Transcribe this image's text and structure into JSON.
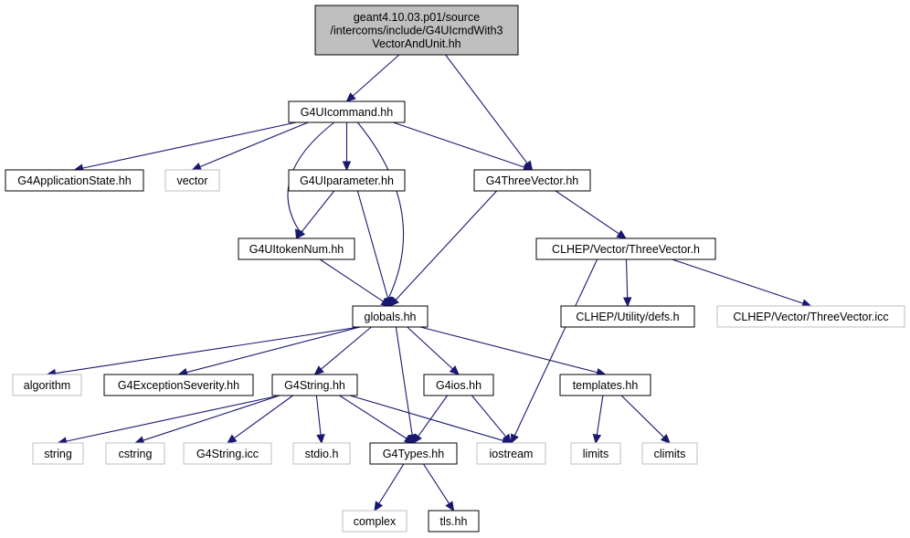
{
  "diagram": {
    "nodes": [
      {
        "id": "root",
        "lines": [
          "geant4.10.03.p01/source",
          "/intercoms/include/G4UIcmdWith3",
          "VectorAndUnit.hh"
        ],
        "kind": "root"
      },
      {
        "id": "g4uicommand",
        "lines": [
          "G4UIcommand.hh"
        ],
        "kind": "documented"
      },
      {
        "id": "g4threevector",
        "lines": [
          "G4ThreeVector.hh"
        ],
        "kind": "documented"
      },
      {
        "id": "g4applicationstate",
        "lines": [
          "G4ApplicationState.hh"
        ],
        "kind": "documented"
      },
      {
        "id": "vector",
        "lines": [
          "vector"
        ],
        "kind": "external"
      },
      {
        "id": "g4uiparameter",
        "lines": [
          "G4UIparameter.hh"
        ],
        "kind": "documented"
      },
      {
        "id": "g4uitokennum",
        "lines": [
          "G4UItokenNum.hh"
        ],
        "kind": "documented"
      },
      {
        "id": "clhep_threevector",
        "lines": [
          "CLHEP/Vector/ThreeVector.h"
        ],
        "kind": "documented"
      },
      {
        "id": "globals",
        "lines": [
          "globals.hh"
        ],
        "kind": "documented"
      },
      {
        "id": "clhep_defs",
        "lines": [
          "CLHEP/Utility/defs.h"
        ],
        "kind": "documented"
      },
      {
        "id": "clhep_threevector_icc",
        "lines": [
          "CLHEP/Vector/ThreeVector.icc"
        ],
        "kind": "external"
      },
      {
        "id": "algorithm",
        "lines": [
          "algorithm"
        ],
        "kind": "external"
      },
      {
        "id": "g4exceptionseverity",
        "lines": [
          "G4ExceptionSeverity.hh"
        ],
        "kind": "documented"
      },
      {
        "id": "g4string",
        "lines": [
          "G4String.hh"
        ],
        "kind": "documented"
      },
      {
        "id": "g4ios",
        "lines": [
          "G4ios.hh"
        ],
        "kind": "documented"
      },
      {
        "id": "templates",
        "lines": [
          "templates.hh"
        ],
        "kind": "documented"
      },
      {
        "id": "string",
        "lines": [
          "string"
        ],
        "kind": "external"
      },
      {
        "id": "cstring",
        "lines": [
          "cstring"
        ],
        "kind": "external"
      },
      {
        "id": "g4string_icc",
        "lines": [
          "G4String.icc"
        ],
        "kind": "external"
      },
      {
        "id": "stdio",
        "lines": [
          "stdio.h"
        ],
        "kind": "external"
      },
      {
        "id": "g4types",
        "lines": [
          "G4Types.hh"
        ],
        "kind": "documented"
      },
      {
        "id": "iostream",
        "lines": [
          "iostream"
        ],
        "kind": "external"
      },
      {
        "id": "limits",
        "lines": [
          "limits"
        ],
        "kind": "external"
      },
      {
        "id": "climits",
        "lines": [
          "climits"
        ],
        "kind": "external"
      },
      {
        "id": "complex",
        "lines": [
          "complex"
        ],
        "kind": "external"
      },
      {
        "id": "tls",
        "lines": [
          "tls.hh"
        ],
        "kind": "documented"
      }
    ],
    "edges": [
      [
        "root",
        "g4uicommand"
      ],
      [
        "root",
        "g4threevector"
      ],
      [
        "g4uicommand",
        "g4applicationstate"
      ],
      [
        "g4uicommand",
        "vector"
      ],
      [
        "g4uicommand",
        "g4uiparameter"
      ],
      [
        "g4uicommand",
        "g4uitokennum"
      ],
      [
        "g4uicommand",
        "globals"
      ],
      [
        "g4uicommand",
        "g4threevector"
      ],
      [
        "g4uiparameter",
        "g4uitokennum"
      ],
      [
        "g4uiparameter",
        "globals"
      ],
      [
        "g4uitokennum",
        "globals"
      ],
      [
        "g4threevector",
        "globals"
      ],
      [
        "g4threevector",
        "clhep_threevector"
      ],
      [
        "clhep_threevector",
        "iostream"
      ],
      [
        "clhep_threevector",
        "clhep_defs"
      ],
      [
        "clhep_threevector",
        "clhep_threevector_icc"
      ],
      [
        "globals",
        "algorithm"
      ],
      [
        "globals",
        "g4exceptionseverity"
      ],
      [
        "globals",
        "g4string"
      ],
      [
        "globals",
        "g4types"
      ],
      [
        "globals",
        "g4ios"
      ],
      [
        "globals",
        "templates"
      ],
      [
        "g4string",
        "string"
      ],
      [
        "g4string",
        "cstring"
      ],
      [
        "g4string",
        "g4string_icc"
      ],
      [
        "g4string",
        "stdio"
      ],
      [
        "g4string",
        "g4types"
      ],
      [
        "g4string",
        "iostream"
      ],
      [
        "g4ios",
        "g4types"
      ],
      [
        "g4ios",
        "iostream"
      ],
      [
        "templates",
        "limits"
      ],
      [
        "templates",
        "climits"
      ],
      [
        "g4types",
        "complex"
      ],
      [
        "g4types",
        "tls"
      ]
    ],
    "colors": {
      "edge": "#191970",
      "root_fill": "#bfbfbf",
      "documented_border": "#000000",
      "external_border": "#bfbfbf",
      "external_text": "#000000"
    }
  }
}
